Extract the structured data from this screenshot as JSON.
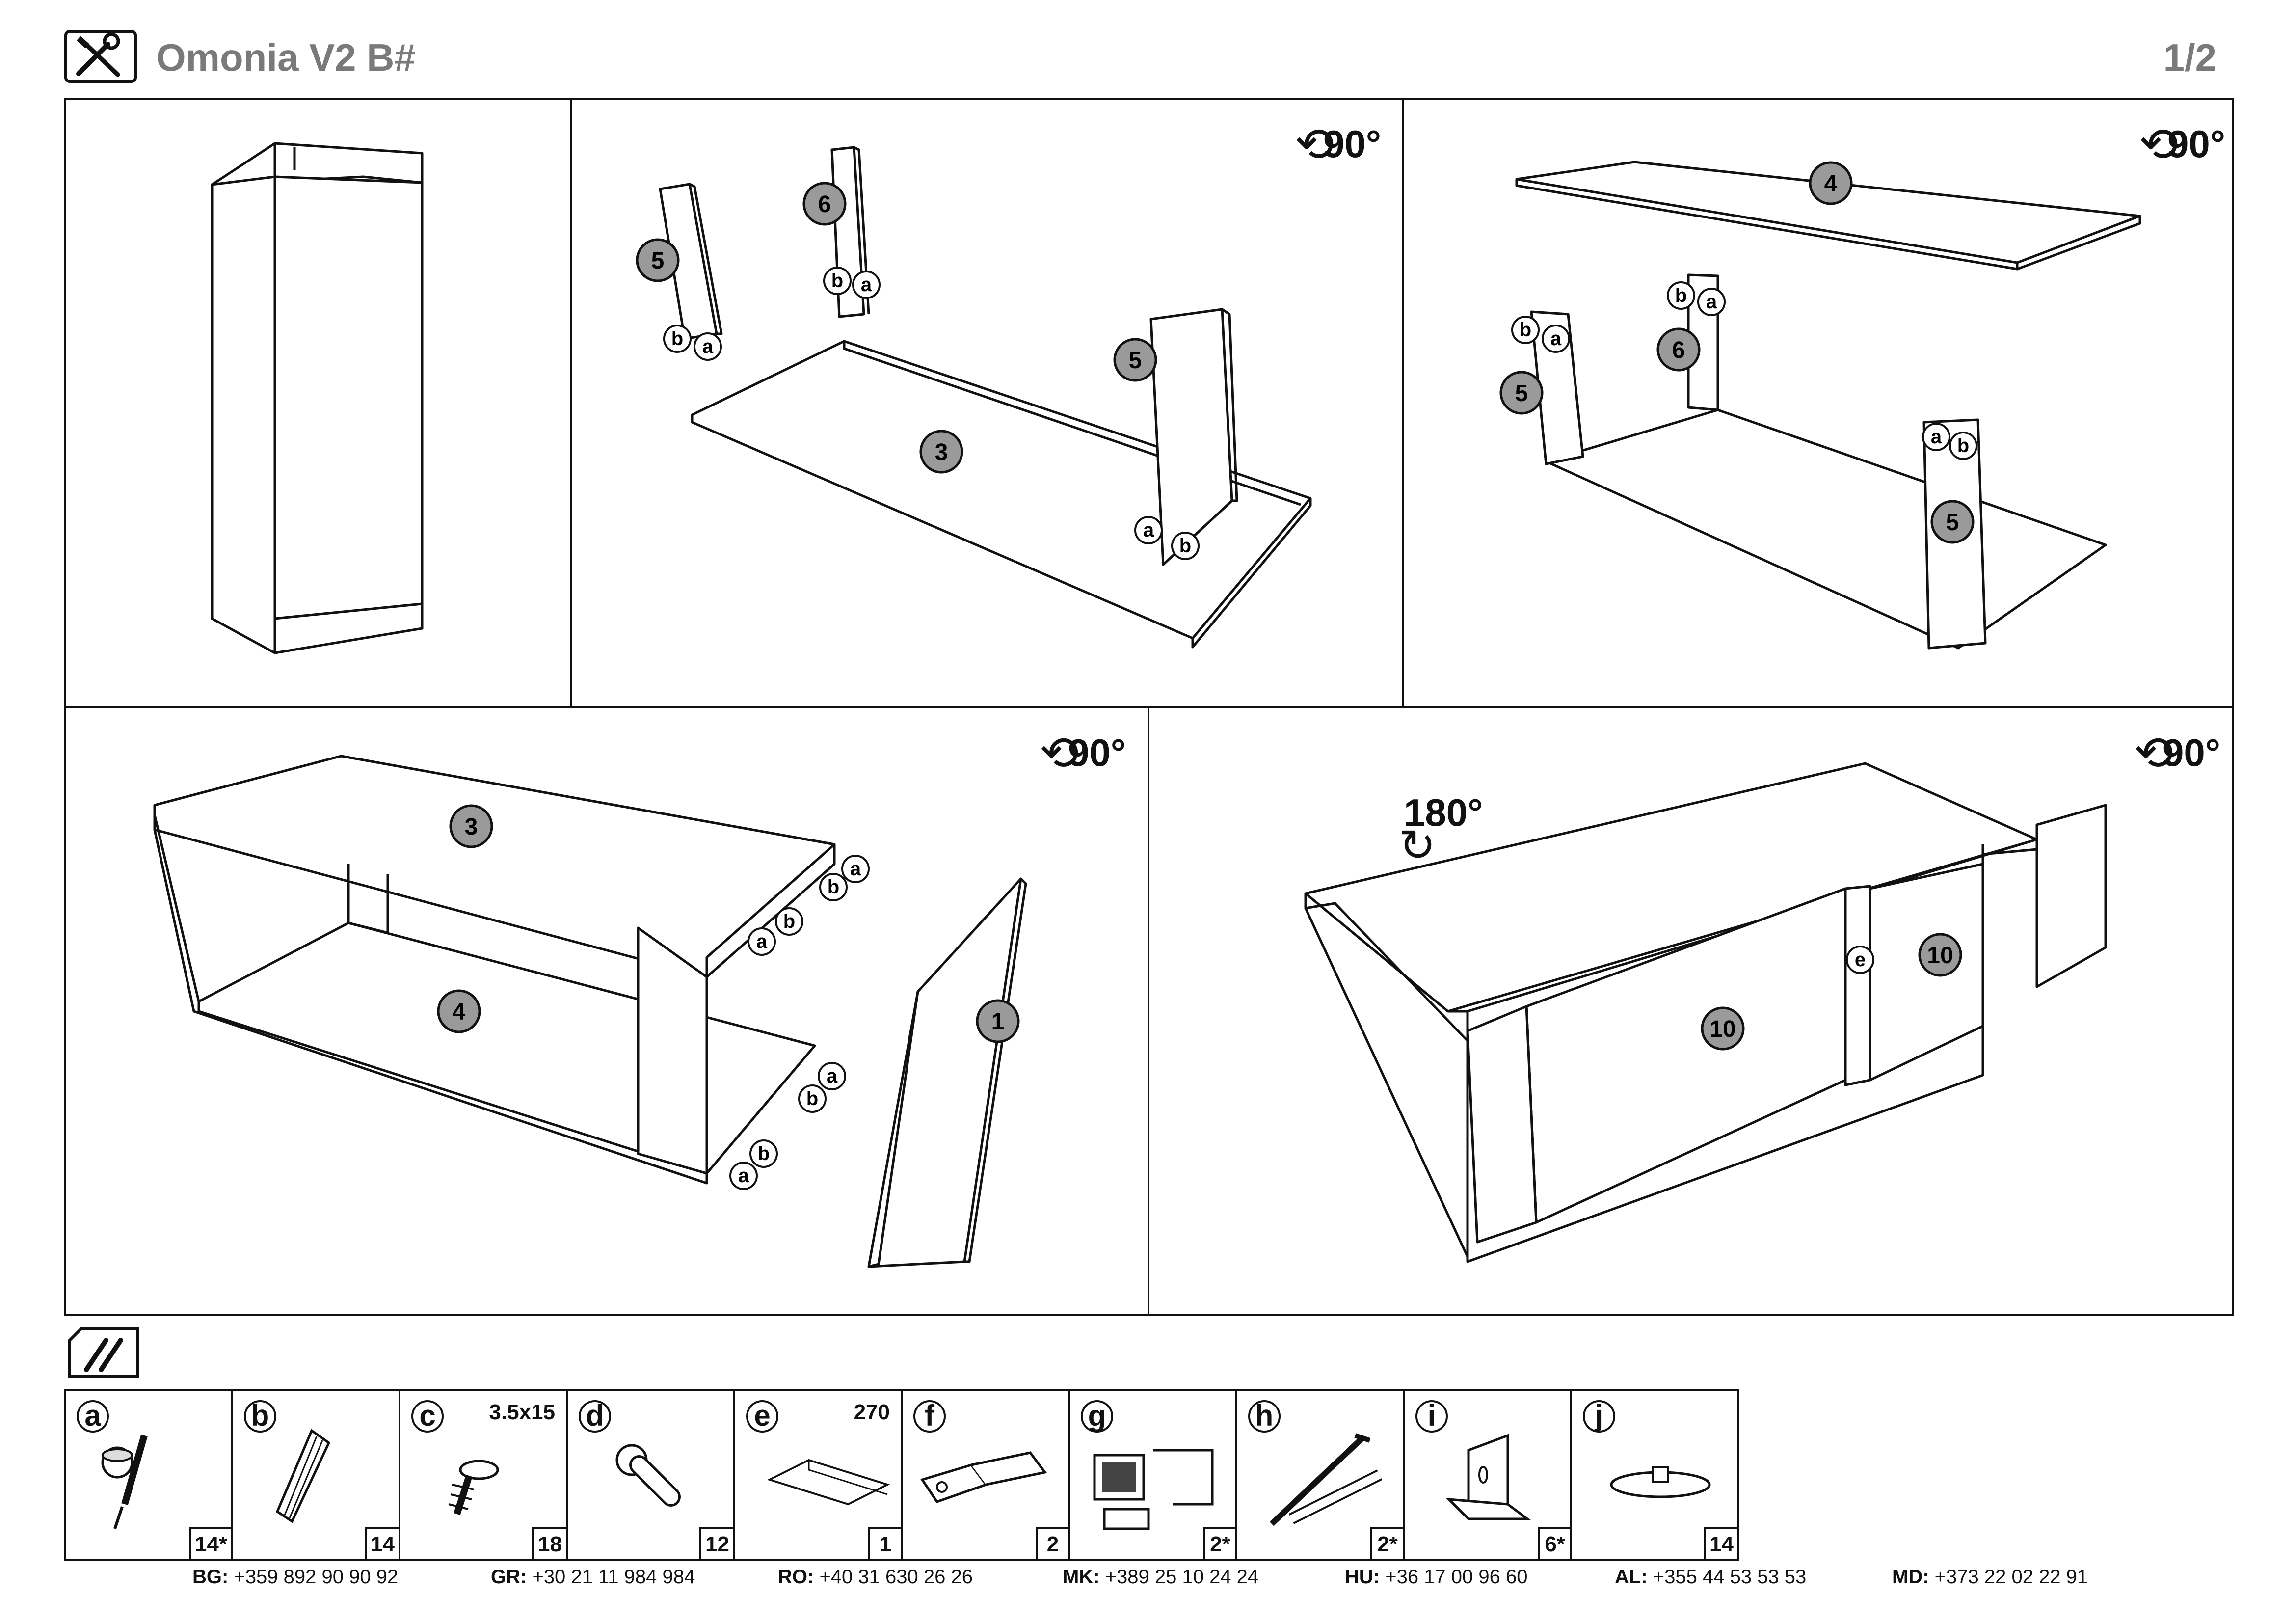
{
  "header": {
    "title": "Omonia V2 B#",
    "page": "1/2",
    "icon": "tools-icon"
  },
  "steps": {
    "s2": {
      "rotation": "90°",
      "parts": [
        "5",
        "6",
        "3",
        "5"
      ]
    },
    "s3": {
      "rotation": "90°",
      "parts": [
        "4",
        "6",
        "5",
        "5"
      ]
    },
    "s4": {
      "rotation": "90°",
      "parts": [
        "3",
        "4",
        "1"
      ]
    },
    "s5": {
      "rotation": "90°",
      "rotation2": "180°",
      "parts": [
        "10",
        "10"
      ]
    }
  },
  "labels": {
    "a": "a",
    "b": "b",
    "e": "e"
  },
  "hardware": {
    "icon": "fittings-icon",
    "items": [
      {
        "letter": "a",
        "spec": "",
        "count": "14*",
        "icon": "cam-lock-icon"
      },
      {
        "letter": "b",
        "spec": "",
        "count": "14",
        "icon": "dowel-icon"
      },
      {
        "letter": "c",
        "spec": "3.5x15",
        "count": "18",
        "icon": "screw-icon"
      },
      {
        "letter": "d",
        "spec": "",
        "count": "12",
        "icon": "shelf-pin-icon"
      },
      {
        "letter": "e",
        "spec": "270",
        "count": "1",
        "icon": "h-profile-icon"
      },
      {
        "letter": "f",
        "spec": "",
        "count": "2",
        "icon": "hinge-icon"
      },
      {
        "letter": "g",
        "spec": "",
        "count": "2*",
        "icon": "wall-bracket-icon"
      },
      {
        "letter": "h",
        "spec": "",
        "count": "2*",
        "icon": "wall-plug-screw-icon"
      },
      {
        "letter": "i",
        "spec": "",
        "count": "6*",
        "icon": "corner-bracket-icon"
      },
      {
        "letter": "j",
        "spec": "",
        "count": "14",
        "icon": "foot-pad-icon"
      }
    ]
  },
  "phones": [
    {
      "code": "BG:",
      "number": "+359 892 90 90 92"
    },
    {
      "code": "GR:",
      "number": "+30 21 11 984 984"
    },
    {
      "code": "RO:",
      "number": "+40 31 630 26 26"
    },
    {
      "code": "MK:",
      "number": "+389 25 10 24 24"
    },
    {
      "code": "HU:",
      "number": "+36 17 00 96 60"
    },
    {
      "code": "AL:",
      "number": "+355 44 53 53 53"
    },
    {
      "code": "MD:",
      "number": "+373 22 02 22 91"
    }
  ]
}
